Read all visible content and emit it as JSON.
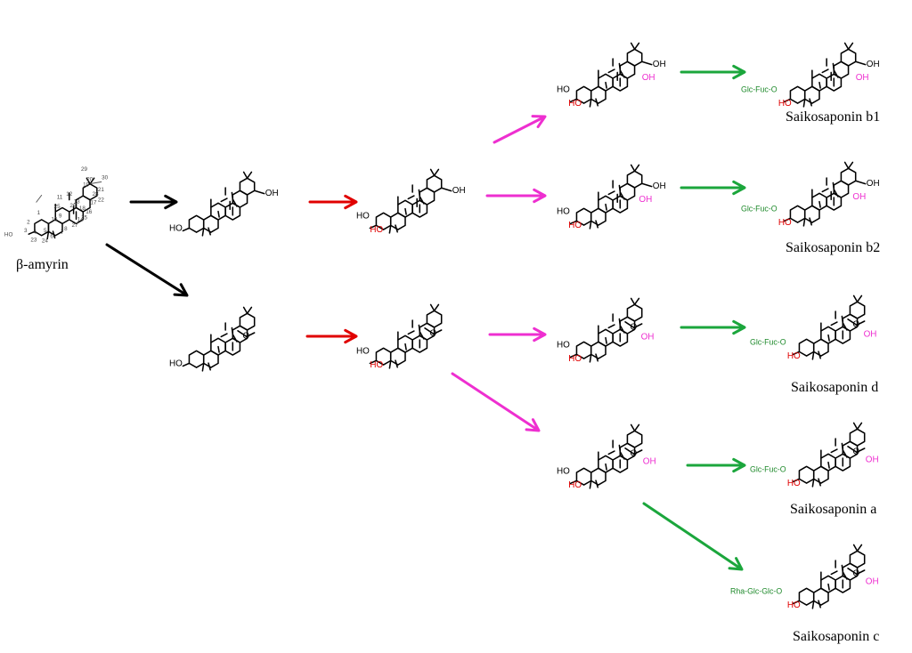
{
  "colors": {
    "arrow_step1": "#000000",
    "arrow_step2": "#e00000",
    "arrow_step3": "#ee2fd0",
    "arrow_glyco": "#1ba63c",
    "hydroxyl_c23": "#e00000",
    "hydroxyl_c16": "#ee2fd0",
    "sugar_chain": "#1f8a2c"
  },
  "labels": {
    "precursor": "β-amyrin",
    "products": {
      "b1": "Saikosaponin b1",
      "b2": "Saikosaponin b2",
      "d": "Saikosaponin d",
      "a": "Saikosaponin a",
      "c": "Saikosaponin c"
    },
    "oh": "OH",
    "ho": "HO",
    "h": "H",
    "o": "O",
    "sugar_glc_fuc": "Glc-Fuc-O",
    "sugar_rha_glc_glc": "Rha-Glc-Glc-O"
  },
  "carbon_numbers": [
    "1",
    "2",
    "3",
    "4",
    "5",
    "6",
    "7",
    "8",
    "9",
    "10",
    "11",
    "12",
    "13",
    "14",
    "15",
    "16",
    "17",
    "18",
    "19",
    "20",
    "21",
    "22",
    "23",
    "24",
    "25",
    "26",
    "27",
    "28",
    "29",
    "30"
  ]
}
